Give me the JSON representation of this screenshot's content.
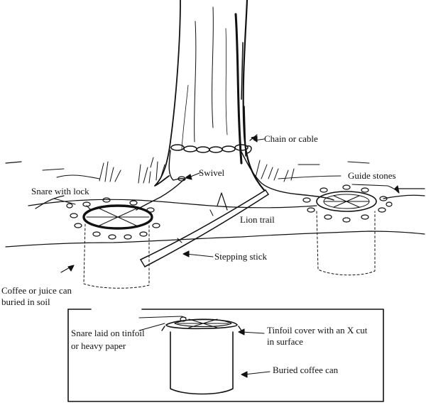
{
  "labels": {
    "chain": "Chain or cable",
    "swivel": "Swivel",
    "guide_stones": "Guide stones",
    "snare_lock": "Snare with lock",
    "lion_trail": "Lion trail",
    "stepping_stick": "Stepping stick",
    "can_line1": "Coffee or juice can",
    "can_line2": "buried in soil",
    "snare_paper_line1": "Snare laid on tinfoil",
    "snare_paper_line2": "or heavy paper",
    "tinfoil_line1": "Tinfoil cover with an X cut",
    "tinfoil_line2": "in surface",
    "buried_can": "Buried coffee can"
  },
  "colors": {
    "ink": "#111111",
    "paper": "#ffffff"
  }
}
